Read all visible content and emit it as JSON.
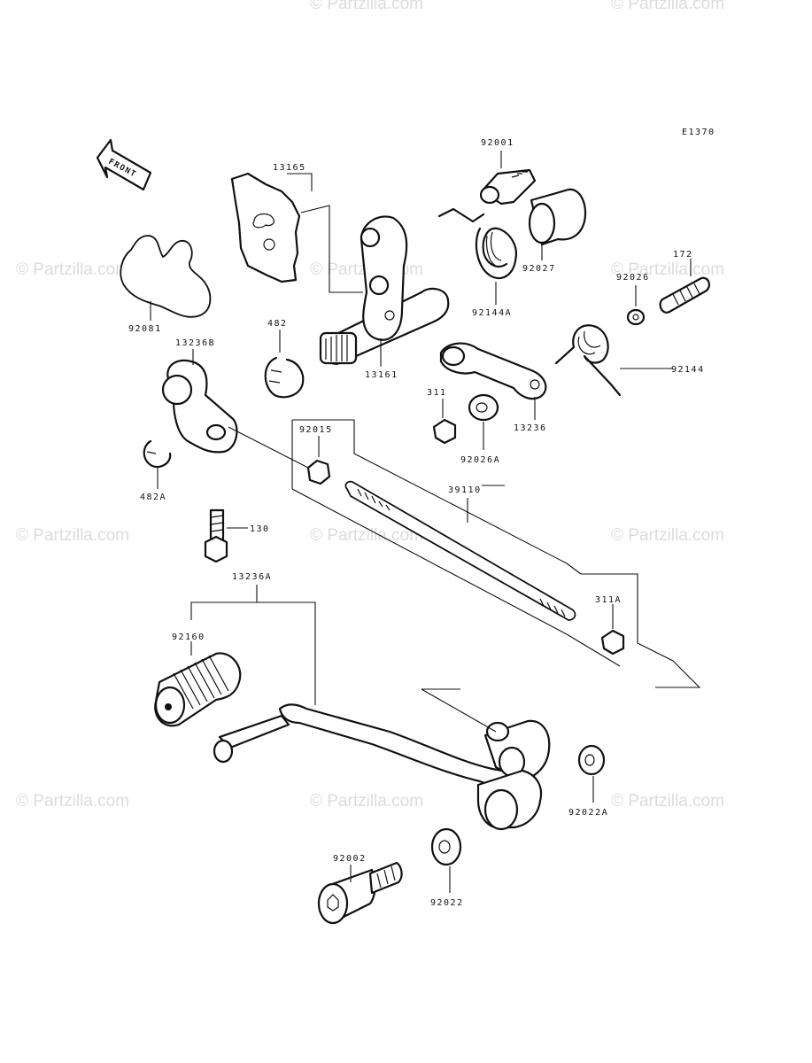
{
  "diagram_code": "E1370",
  "front_label": "FRONT",
  "watermark": "© Partzilla.com",
  "parts": [
    {
      "id": "13165"
    },
    {
      "id": "92001"
    },
    {
      "id": "92027"
    },
    {
      "id": "92144A"
    },
    {
      "id": "13161"
    },
    {
      "id": "92081"
    },
    {
      "id": "482"
    },
    {
      "id": "13236B"
    },
    {
      "id": "311"
    },
    {
      "id": "92026A"
    },
    {
      "id": "13236"
    },
    {
      "id": "92026"
    },
    {
      "id": "172"
    },
    {
      "id": "92144"
    },
    {
      "id": "92015"
    },
    {
      "id": "482A"
    },
    {
      "id": "39110"
    },
    {
      "id": "130"
    },
    {
      "id": "13236A"
    },
    {
      "id": "311A"
    },
    {
      "id": "92160"
    },
    {
      "id": "92022A"
    },
    {
      "id": "92002"
    },
    {
      "id": "92022"
    }
  ]
}
